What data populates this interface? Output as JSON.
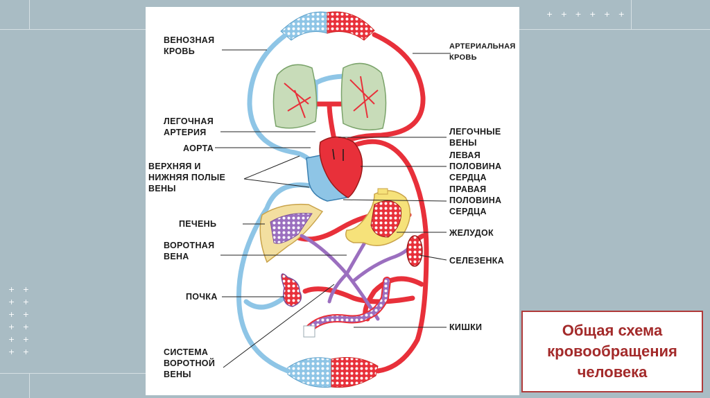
{
  "slide": {
    "title_lines": [
      "Общая схема",
      "кровообращения",
      "человека"
    ],
    "top_deco": "+ + + + + +",
    "left_deco": [
      "+ +",
      "+ +",
      "+ +",
      "+ +",
      "+ +",
      "+ +"
    ]
  },
  "colors": {
    "background": "#a9bcc4",
    "venous": "#8ec5e6",
    "arterial": "#e8303a",
    "portal": "#9b6fbf",
    "title": "#a32a2a"
  },
  "labels_left": {
    "venous_blood": "ВЕНОЗНАЯ\nКРОВЬ",
    "pulmonary_artery": "ЛЕГОЧНАЯ\nАРТЕРИЯ",
    "aorta": "АОРТА",
    "vena_cava": "ВЕРХНЯЯ И\nНИЖНЯЯ ПОЛЫЕ\nВЕНЫ",
    "liver": "ПЕЧЕНЬ",
    "portal_vein": "ВОРОТНАЯ\nВЕНА",
    "kidney": "ПОЧКА",
    "portal_system": "СИСТЕМА\nВОРОТНОЙ\nВЕНЫ"
  },
  "labels_right": {
    "arterial_blood": "АРТЕРИАЛЬНАЯ\nКРОВЬ",
    "pulmonary_veins": "ЛЕГОЧНЫЕ\nВЕНЫ",
    "left_heart": "ЛЕВАЯ\nПОЛОВИНА\nСЕРДЦА",
    "right_heart": "ПРАВАЯ\nПОЛОВИНА\nСЕРДЦА",
    "stomach": "ЖЕЛУДОК",
    "spleen": "СЕЛЕЗЕНКА",
    "intestines": "КИШКИ"
  }
}
